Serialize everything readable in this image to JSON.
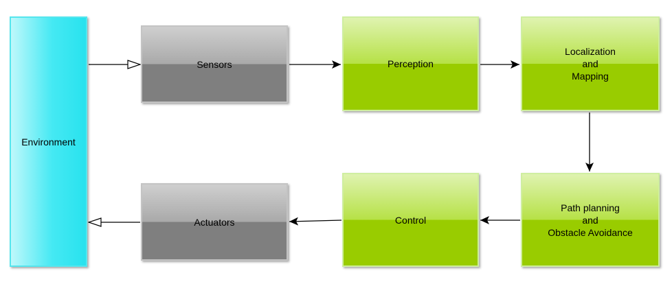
{
  "nodes": {
    "environment": "Environment",
    "sensors": "Sensors",
    "perception": "Perception",
    "localization_mapping": "Localization\n   and\nMapping",
    "path_planning": "Path planning\n   and\nObstacle Avoidance",
    "control": "Control",
    "actuators": "Actuators"
  },
  "colors": {
    "environment": "#28e2ee",
    "sensor_actuator": "#7f7f7f",
    "processing": "#99cc00",
    "edge": "#000000"
  },
  "edges": [
    {
      "from": "environment",
      "to": "sensors",
      "arrowhead": "open-triangle"
    },
    {
      "from": "sensors",
      "to": "perception",
      "arrowhead": "filled"
    },
    {
      "from": "perception",
      "to": "localization_mapping",
      "arrowhead": "filled"
    },
    {
      "from": "localization_mapping",
      "to": "path_planning",
      "arrowhead": "filled"
    },
    {
      "from": "path_planning",
      "to": "control",
      "arrowhead": "filled"
    },
    {
      "from": "control",
      "to": "actuators",
      "arrowhead": "filled"
    },
    {
      "from": "actuators",
      "to": "environment",
      "arrowhead": "open-triangle"
    }
  ]
}
